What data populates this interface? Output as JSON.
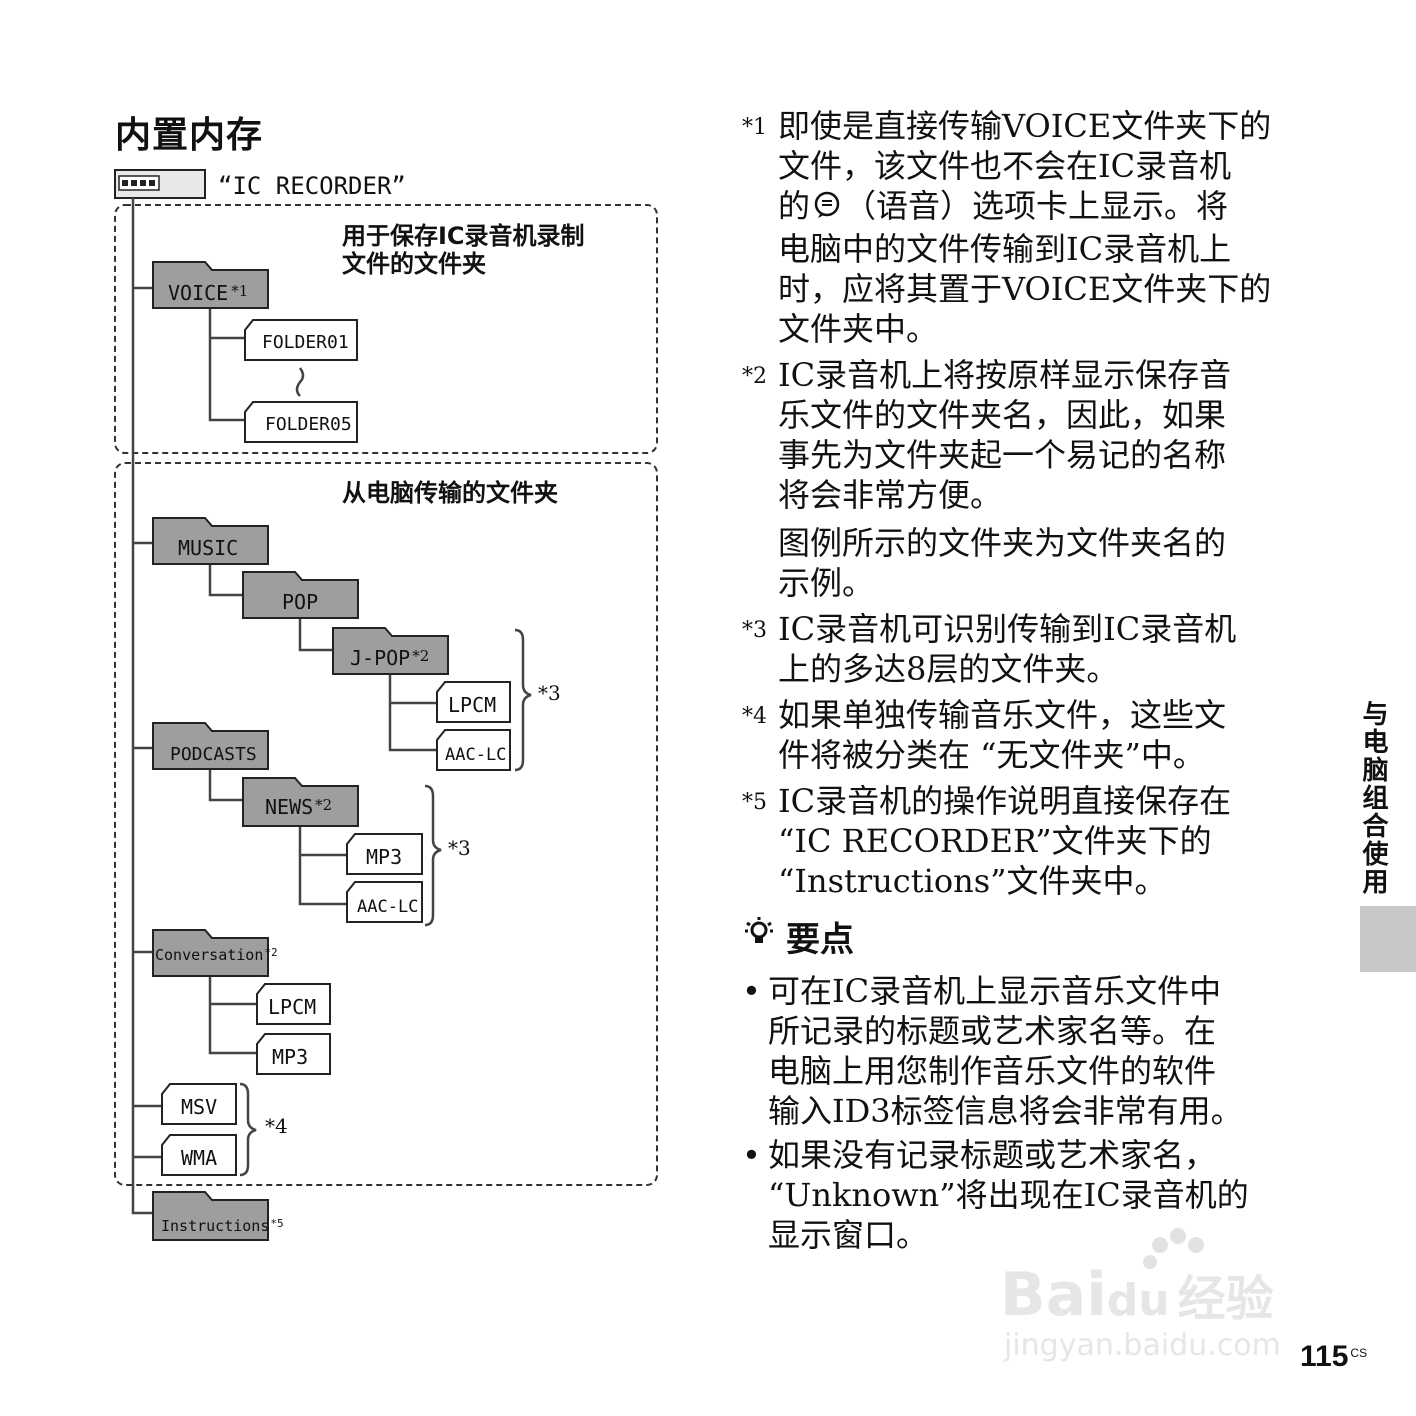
{
  "section_title": "内置内存",
  "root_label": "“IC RECORDER”",
  "group1_label_line1": "用于保存IC录音机录制",
  "group1_label_line2": "文件的文件夹",
  "group2_label": "从电脑传输的文件夹",
  "folders": {
    "voice": "VOICE",
    "folder01": "FOLDER01",
    "folder05": "FOLDER05",
    "music": "MUSIC",
    "pop": "POP",
    "jpop": "J-POP",
    "lpcm1": "LPCM",
    "aaclc1": "AAC-LC",
    "podcasts": "PODCASTS",
    "news": "NEWS",
    "mp3_1": "MP3",
    "aaclc2": "AAC-LC",
    "conversation": "Conversation",
    "lpcm2": "LPCM",
    "mp3_2": "MP3",
    "msv": "MSV",
    "wma": "WMA",
    "instructions": "Instructions"
  },
  "marks": {
    "m1": "*1",
    "m2": "*2",
    "m3": "*3",
    "m4": "*4",
    "m5": "*5"
  },
  "notes": [
    {
      "mark": "*1",
      "lines": [
        "即使是直接传输VOICE文件夹下的",
        "文件，该文件也不会在IC录音机",
        "的",
        "（语音）选项卡上显示。将",
        "电脑中的文件传输到IC录音机上",
        "时，应将其置于VOICE文件夹下的",
        "文件夹中。"
      ]
    },
    {
      "mark": "*2",
      "lines": [
        "IC录音机上将按原样显示保存音",
        "乐文件的文件夹名，因此，如果",
        "事先为文件夹起一个易记的名称",
        "将会非常方便。"
      ],
      "extra": [
        "图例所示的文件夹为文件夹名的",
        "示例。"
      ]
    },
    {
      "mark": "*3",
      "lines": [
        "IC录音机可识别传输到IC录音机",
        "上的多达8层的文件夹。"
      ]
    },
    {
      "mark": "*4",
      "lines": [
        "如果单独传输音乐文件，这些文",
        "件将被分类在 “无文件夹”中。"
      ]
    },
    {
      "mark": "*5",
      "lines": [
        "IC录音机的操作说明直接保存在",
        "“IC RECORDER”文件夹下的",
        "“Instructions”文件夹中。"
      ]
    }
  ],
  "tips_title": "要点",
  "tips": [
    [
      "可在IC录音机上显示音乐文件中",
      "所记录的标题或艺术家名等。在",
      "电脑上用您制作音乐文件的软件",
      "输入ID3标签信息将会非常有用。"
    ],
    [
      "如果没有记录标题或艺术家名，",
      "“Unknown”将出现在IC录音机的",
      "显示窗口。"
    ]
  ],
  "side_label": "与电脑组合使用",
  "page_number": "115",
  "page_suffix": "CS",
  "watermark_line1": "Bai",
  "watermark_line2": "du",
  "watermark_line3": "经验",
  "watermark_line4": "jingyan.baidu.com"
}
